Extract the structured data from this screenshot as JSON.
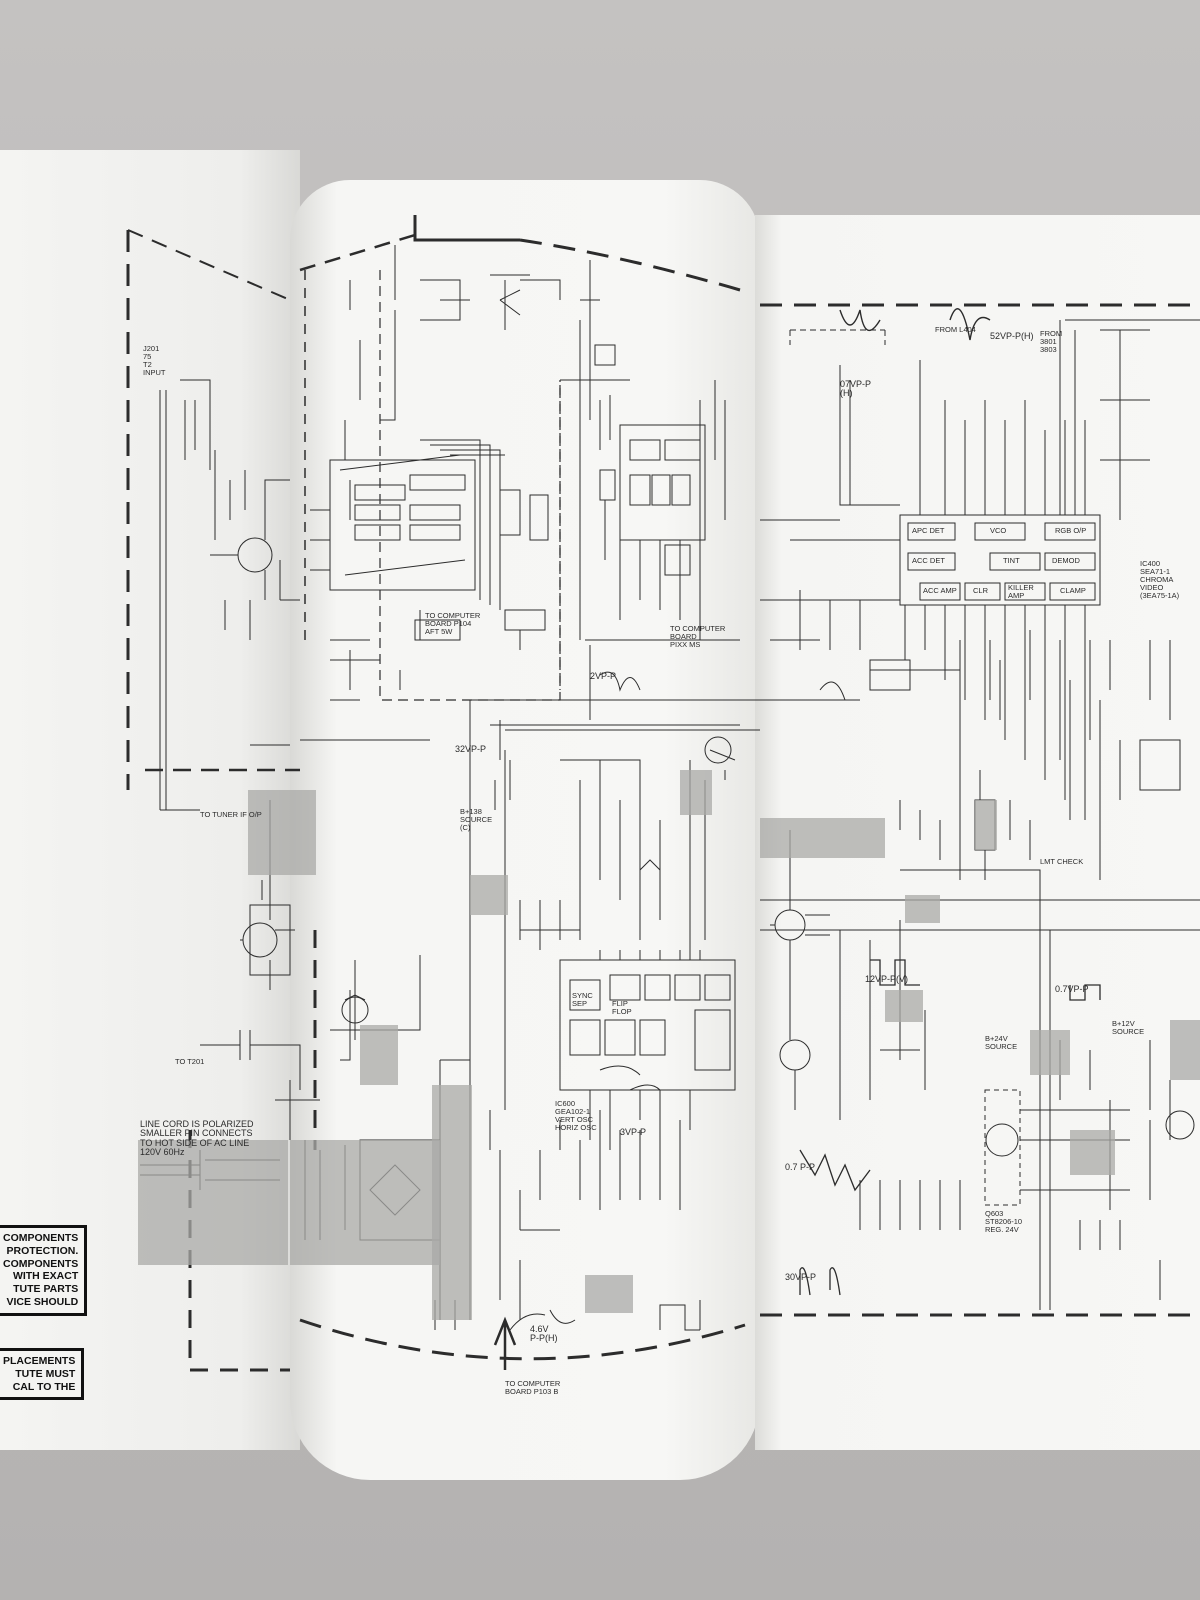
{
  "notices": {
    "top": [
      "COMPONENTS",
      "PROTECTION.",
      "COMPONENTS",
      "WITH EXACT",
      "TUTE PARTS",
      "VICE SHOULD"
    ],
    "bottom": [
      "PLACEMENTS",
      "TUTE MUST",
      "CAL TO THE"
    ]
  },
  "left_labels": {
    "input": "J201\n75\nT2\nINPUT",
    "to_tuner": "TO TUNER IF O/P",
    "to_t201": "TO T201",
    "line_cord": "LINE CORD IS POLARIZED\nSMALLER PIN CONNECTS\nTO HOT SIDE OF AC LINE\n120V 60Hz"
  },
  "mid_labels": {
    "to_computer_p104": "TO COMPUTER\nBOARD P104\nAFT 5W",
    "to_computer_pix": "TO COMPUTER\nBOARD\nPIXX MS",
    "b_source": "B+138\nSOURCE\n(C)",
    "vp_2": "2VP-P",
    "vp_32": "32VP-P",
    "vp_3": "3VP-P",
    "vp_46": "4.6V\nP-P(H)",
    "ic600": "IC600\nGEA102-1\nVERT OSC\nHORIZ OSC",
    "sync_sep": "SYNC\nSEP",
    "flip_flop": "FLIP\nFLOP",
    "to_computer_bottom": "TO COMPUTER\nBOARD P103 B"
  },
  "right_labels": {
    "vp_52": "52VP-P(H)",
    "vp_07": "07VP-P\n(H)",
    "from_l404": "FROM L404",
    "from_3801": "FROM\n3801\n3803",
    "ic": "IC400\nSEA71-1\nCHROMA\nVIDEO\n(3EA75-1A)",
    "apc_det": "APC DET",
    "vco": "VCO",
    "rgb_op": "RGB O/P",
    "acc_det": "ACC DET",
    "tint": "TINT",
    "demod": "DEMOD",
    "acc_amp": "ACC AMP",
    "clr": "CLR",
    "killer": "KILLER\nAMP",
    "clamp": "CLAMP",
    "lmt_check": "LMT CHECK",
    "vp_12": "12VP-P(V)",
    "vp_07b": "0.7VP-P",
    "vp_30": "30VP-P",
    "vp_07c": "0.7 P-P",
    "q603": "Q603\nST8206-10\nREG. 24V",
    "b24v": "B+24V\nSOURCE",
    "b12v": "B+12V\nSOURCE"
  }
}
